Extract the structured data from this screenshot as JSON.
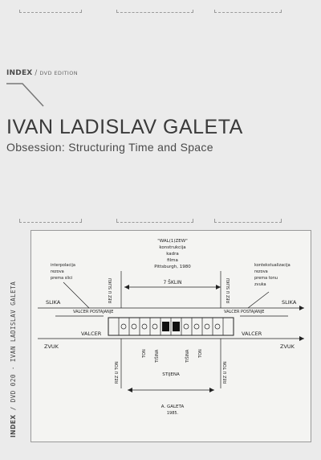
{
  "series": {
    "label": "INDEX",
    "separator": " / ",
    "edition": "DVD EDITION"
  },
  "title": "IVAN LADISLAV GALETA",
  "subtitle": "Obsession: Structuring Time and Space",
  "spine": {
    "label": "INDEX",
    "text": " / DVD 020 · IVAN LADISLAV GALETA"
  },
  "sketch": {
    "top_note": [
      "\"WAL(1)ZEW\"",
      "konstrukcija",
      "kadra",
      "filma",
      "Pittsburgh, 1980"
    ],
    "duration": "7 ŠKLIN",
    "slika": "SLIKA",
    "valcer_postajanje": "VALCER POSTAJANJE",
    "valcer": "VALCER",
    "zvuk": "ZVUK",
    "ton": "TON",
    "tisina": "TIŠINA",
    "stjena": "STIJENA",
    "rez_u_sliku": "REZ U SLIKU",
    "rez_u_ton": "REZ U TON",
    "rez_u_sliku_r": "REZ U SLIKU",
    "rez_u_ton_r": "REZ U TON",
    "left_note": [
      "interpolacija",
      "rezova",
      "prema slici"
    ],
    "right_note": [
      "kontekstualizacija",
      "rezova",
      "prema tonu",
      "zvuka"
    ],
    "signature": "A. GALETA",
    "small_note": "1985."
  }
}
